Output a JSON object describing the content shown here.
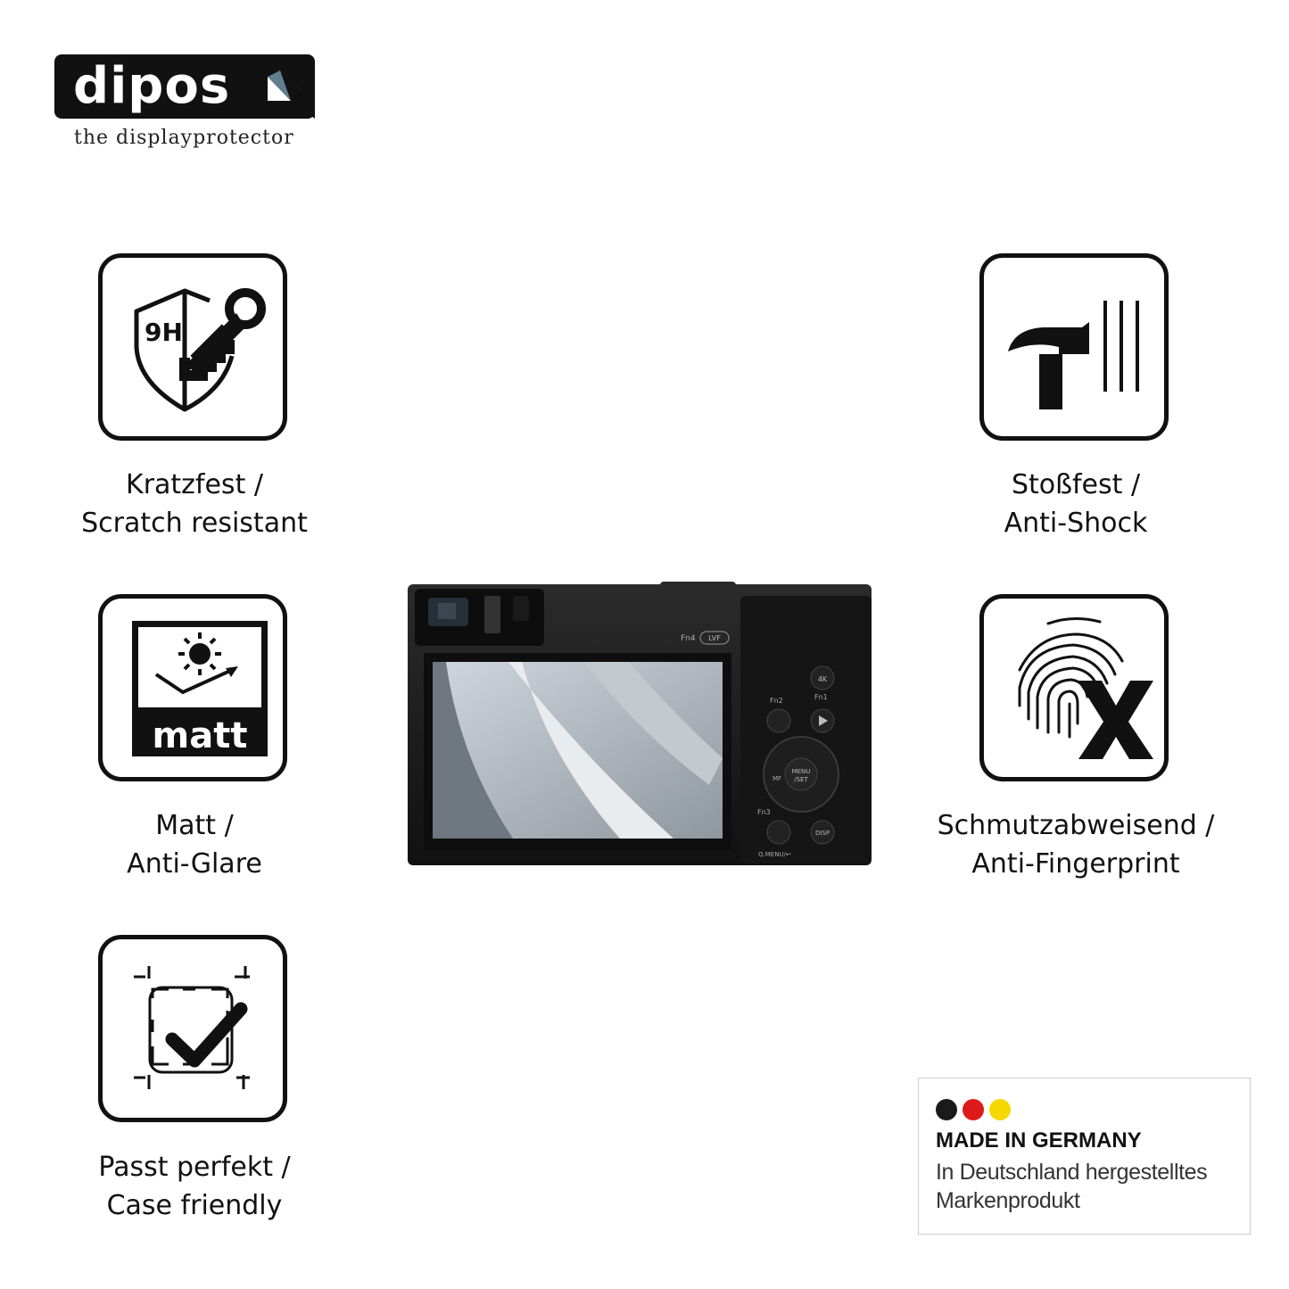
{
  "brand": {
    "name": "dipos",
    "tagline": "the displayprotector"
  },
  "features": [
    {
      "icon": "shield-9h-key-icon",
      "icon_text": "9H",
      "line1": "Kratzfest /",
      "line2": "Scratch resistant"
    },
    {
      "icon": "hammer-icon",
      "line1": "Stoßfest /",
      "line2": "Anti-Shock"
    },
    {
      "icon": "matt-sun-icon",
      "icon_text": "matt",
      "line1": "Matt /",
      "line2": "Anti-Glare"
    },
    {
      "icon": "fingerprint-x-icon",
      "line1": "Schmutzabweisend /",
      "line2": "Anti-Fingerprint"
    },
    {
      "icon": "check-frame-icon",
      "line1": "Passt perfekt /",
      "line2": "Case friendly"
    }
  ],
  "camera": {
    "labels": {
      "fn4": "Fn4",
      "lvf": "LVF",
      "fn1": "Fn1",
      "fn2": "Fn2",
      "fn3": "Fn3",
      "btn_4k": "4K",
      "menu": "MENU",
      "set": "/SET",
      "mf": "MF",
      "disp": "DISP",
      "qmenu": "Q.MENU/↩"
    }
  },
  "badge": {
    "colors": [
      "#1a1a1a",
      "#dd1a1a",
      "#f5d800"
    ],
    "title": "MADE IN GERMANY",
    "line1": "In Deutschland hergestelltes",
    "line2": "Markenprodukt"
  }
}
